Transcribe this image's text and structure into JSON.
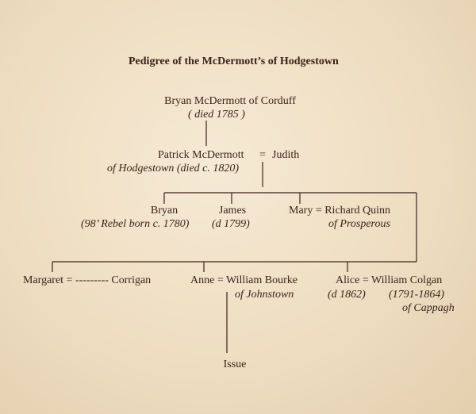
{
  "title": "Pedigree of the McDermott’s of Hodgestown",
  "gen1": {
    "name": "Bryan McDermott of Corduff",
    "note": "( died  1785 )"
  },
  "gen2": {
    "name": "Patrick McDermott",
    "eq": "=",
    "spouse": "Judith",
    "note": "of Hodgestown (died c. 1820)"
  },
  "gen3": {
    "bryan": {
      "name": "Bryan",
      "note": "(98’ Rebel born c. 1780)"
    },
    "james": {
      "name": "James",
      "note": "(d 1799)"
    },
    "mary": {
      "name": "Mary = Richard Quinn",
      "note": "of Prosperous"
    }
  },
  "gen4": {
    "margaret": {
      "name": "Margaret = --------- Corrigan"
    },
    "anne": {
      "name": "Anne = William Bourke",
      "note": "of Johnstown"
    },
    "alice": {
      "name": "Alice = William Colgan",
      "note_alice": "(d 1862)",
      "note_william": "(1791-1864)",
      "note_place": "of Cappagh"
    }
  },
  "issue": "Issue"
}
